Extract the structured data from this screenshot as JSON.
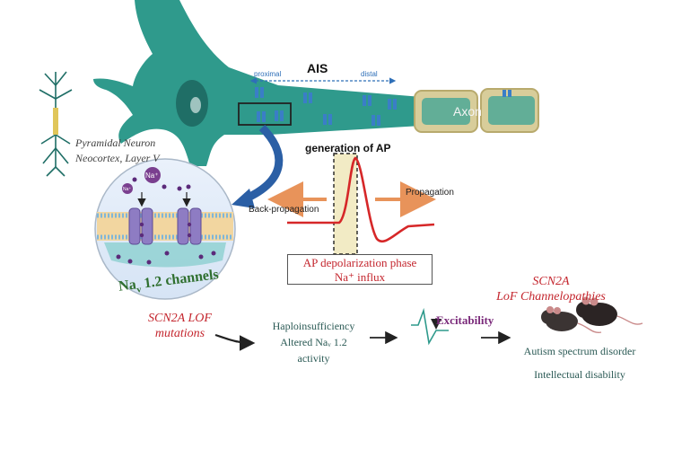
{
  "labels": {
    "neuron_line1": "Pyramidal Neuron",
    "neuron_line2": "Neocortex, Layer V",
    "ais": "AIS",
    "proximal": "proximal",
    "distal": "distal",
    "axon": "Axon",
    "generation_of_ap": "generation of AP",
    "propagation": "Propagation",
    "back_propagation": "Back-propagation",
    "ap_phase_line1": "AP depolarization phase",
    "ap_phase_line2": "Na⁺ influx",
    "nav_channels_prefix": "Na",
    "nav_channels_sub": "v",
    "nav_channels_suffix": "1.2 channels",
    "na_ion_large": "Na⁺",
    "na_ion_small": "Na⁺",
    "scn2a_lof_line1": "SCN2A LOF",
    "scn2a_lof_line2": "mutations",
    "haplo_line1": "Haploinsufficiency",
    "haplo_line2": "Altered Naᵥ 1.2",
    "haplo_line3": "activity",
    "excitability": "Excitability",
    "channelopathies_line1": "SCN2A",
    "channelopathies_line2": "LoF Channelopathies",
    "asd": "Autism spectrum disorder",
    "intellectual_disability": "Intellectual disability"
  },
  "colors": {
    "neuron_body": "#2f9a8c",
    "axon_myelin": "#d8cd9a",
    "channel_blue": "#3a7ec7",
    "ap_trace": "#d62728",
    "arrow_orange": "#e8935a",
    "accent_red": "#c4262e",
    "text_teal": "#2b5a55",
    "excitability_purple": "#7b2b7b"
  },
  "icons": [
    "pyramidal-neuron-icon",
    "mouse-icon",
    "na-ion-icon",
    "channel-protein-icon"
  ]
}
